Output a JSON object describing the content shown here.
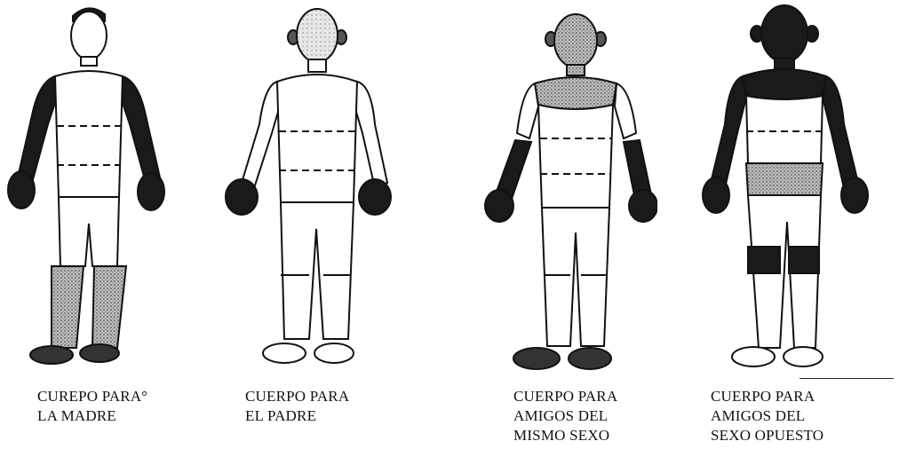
{
  "colors": {
    "ink": "#111111",
    "dark": "#1a1a1a",
    "stipple": "#8a8a8a",
    "paper": "#ffffff"
  },
  "figures": [
    {
      "id": "madre",
      "caption": [
        "CUREPO PARA°",
        "LA MADRE"
      ],
      "shaded": [
        "arms-dark",
        "hands-dark",
        "lower-legs-stipple",
        "feet-dark",
        "hair-dark"
      ]
    },
    {
      "id": "padre",
      "caption": [
        "CUERPO PARA",
        "EL PADRE"
      ],
      "shaded": [
        "hands-dark",
        "face-stipple-light"
      ]
    },
    {
      "id": "mismo",
      "caption": [
        "CUERPO PARA",
        "AMIGOS DEL",
        "MISMO SEXO"
      ],
      "shaded": [
        "head-stipple",
        "shoulders-stipple",
        "forearms-dark",
        "feet-dark"
      ]
    },
    {
      "id": "opuesto",
      "caption": [
        "CUERPO PARA",
        "AMIGOS DEL",
        "SEXO OPUESTO"
      ],
      "shaded": [
        "head-dark",
        "shoulders-dark",
        "arms-dark",
        "hips-stipple",
        "knees-dark"
      ]
    }
  ]
}
